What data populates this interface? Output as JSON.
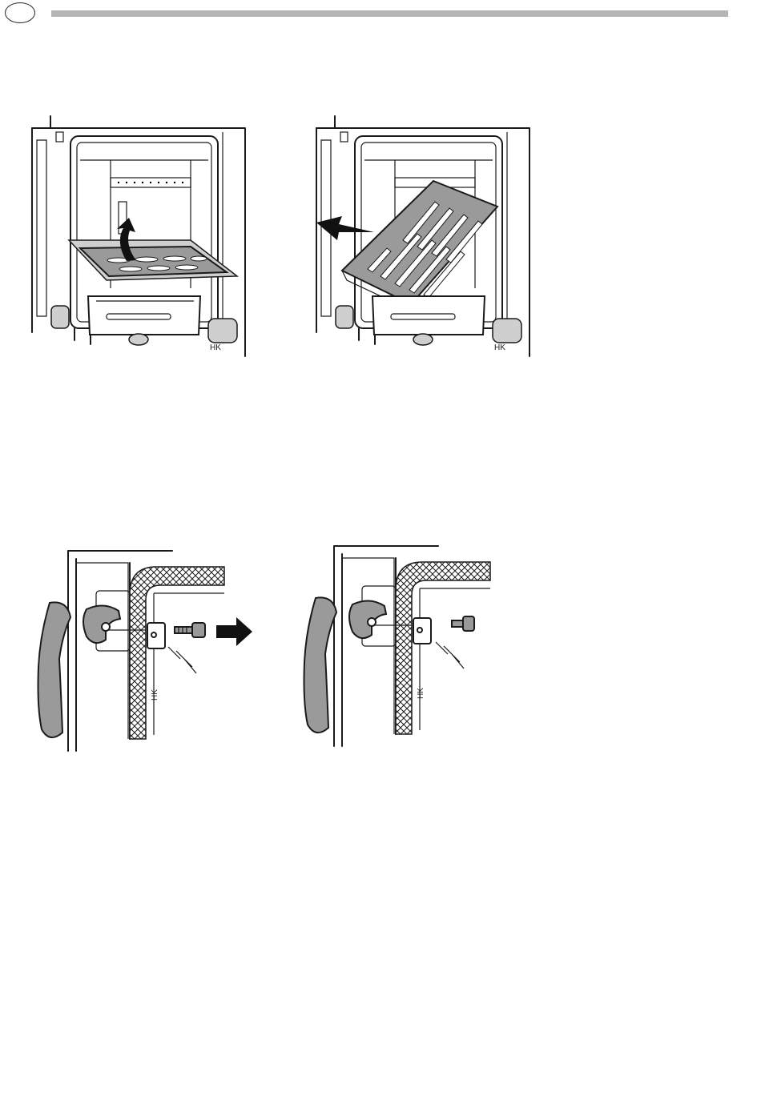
{
  "header": {
    "badge_text": ""
  },
  "figures": [
    {
      "id": "grate-lift",
      "signature": "HK",
      "arrow": "up-curved"
    },
    {
      "id": "grate-remove",
      "signature": "HK",
      "arrow": "left"
    },
    {
      "id": "hinge-bolt-remove",
      "signature": "HK",
      "arrow": "right"
    },
    {
      "id": "hinge-bolt-detached",
      "signature": "HK",
      "arrow": "none"
    }
  ]
}
